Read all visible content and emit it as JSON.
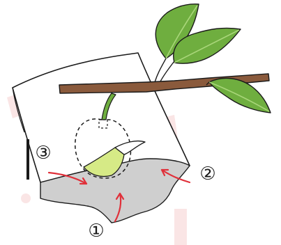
{
  "diagram": {
    "steps": [
      {
        "id": "step-1",
        "label": "①"
      },
      {
        "id": "step-2",
        "label": "②"
      },
      {
        "id": "step-3",
        "label": "③"
      }
    ],
    "colors": {
      "outline": "#1a1a1a",
      "branch": "#8a5a3c",
      "leaf_fill": "#6fae3f",
      "leaf_light": "#9fd26a",
      "fruit_fill": "#d6ea86",
      "bag_shadow": "#cfcfcf",
      "arrow": "#e0303a",
      "watermark": "#f7d6d6"
    }
  }
}
